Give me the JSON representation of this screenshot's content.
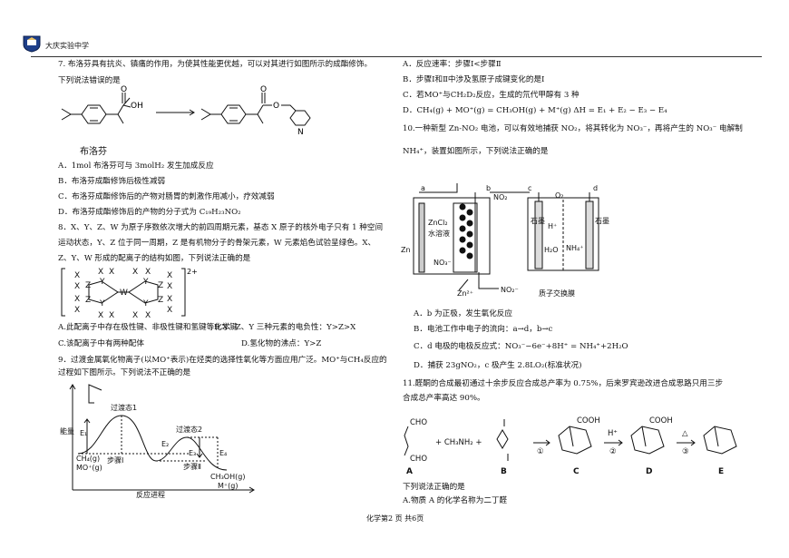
{
  "header": {
    "school": "大庆实验中学"
  },
  "footer": {
    "page": "化学第2 页 共6页"
  },
  "left": {
    "q7": {
      "stem1": "7. 布洛芬具有抗炎、镇痛的作用，为使其性能更优越，可以对其进行如图所示的成酯修饰。",
      "stem2": "下列说法错误的是",
      "mol_label": "布洛芬",
      "mol_text_oh": "OH",
      "mol_text_o": "O",
      "mol_text_n": "N",
      "A": "A．1mol 布洛芬可与 3molH₂ 发生加成反应",
      "B": "B．布洛芬成酯修饰后极性减弱",
      "C": "C．布洛芬成酯修饰后的产物对肠胃的刺激作用减小，疗效减弱",
      "D": "D．布洛芬成酯修饰后的产物的分子式为 C₁₉H₂₃NO₂"
    },
    "q8": {
      "stem1": "8．X、Y、Z、W 为原子序数依次增大的前四周期元素，基态 X 原子的核外电子只有 1 种空间",
      "stem2": "运动状态，Y、Z 位于同一周期，Z 是有机物分子的骨架元素，W 元素焰色试验呈绿色。X、",
      "stem3": "Z、Y、W 形成的配离子的结构如图，下列说法正确的是",
      "charge": "2+",
      "A": "A.此配离子中存在极性键、非极性键和氢键等化学键",
      "B": "B.X、Z、Y 三种元素的电负性：Y>Z>X",
      "C": "C.该配离子中有两种配体",
      "D": "D.氢化物的沸点：Y>Z"
    },
    "q9": {
      "stem1": "9．过渡金属氧化物离子(以MO⁺表示)在烃类的选择性氧化等方面应用广泛。MO⁺与CH₄反应的",
      "stem2": "过程如下图所示。下列说法不正确的是",
      "y_axis": "能量",
      "x_axis": "反应进程",
      "ts1": "过渡态1",
      "ts2": "过渡态2",
      "step1": "步骤Ⅰ",
      "step2": "步骤Ⅱ",
      "reactants1": "CH₄(g)",
      "reactants2": "MO⁺(g)",
      "products1": "CH₃OH(g)",
      "products2": "M⁺(g)",
      "e1": "E₁",
      "e2": "E₂",
      "e3": "E₃",
      "e4": "E₄"
    }
  },
  "right": {
    "q9opts": {
      "A": "A．反应速率：步骤Ⅰ<步骤Ⅱ",
      "B": "B．步骤Ⅰ和Ⅱ中涉及氢原子成键变化的是Ⅰ",
      "C": "C．若MO⁺与CH₂D₂反应，生成的氘代甲醇有 3 种",
      "D": "D．CH₄(g) + MO⁺(g) = CH₃OH(g) + M⁺(g)  ΔH = E₁ + E₂ − E₃ − E₄"
    },
    "q10": {
      "stem1": "10.一种新型 Zn-NO₂ 电池，可以有效地捕获 NO₂，将其转化为 NO₃⁻，再将产生的 NO₃⁻ 电解制",
      "stem2": "NH₄⁺，装置如图所示，下列说法正确的是",
      "labels": {
        "a": "a",
        "b": "b",
        "c": "c",
        "d": "d",
        "zn": "Zn",
        "zncl": "ZnCl₂",
        "water": "水溶液",
        "no2": "NO₂",
        "no3": "NO₃⁻",
        "zn2": "Zn²⁺",
        "no2m": "NO₂⁻",
        "o2": "O₂",
        "graphite": "石墨",
        "h": "H⁺",
        "nh4": "NH₄⁺",
        "h2o": "H₂O",
        "membrane": "质子交换膜"
      },
      "A": "A．b 为正极，发生氧化反应",
      "B": "B．电池工作中电子的流向：a→d，b→c",
      "C": "C．d 电极的电极反应式：NO₃⁻−6e⁻+8H⁺ = NH₄⁺+2H₂O",
      "D": "D．捕获 23gNO₂，c 极产生 2.8LO₂(标准状况)"
    },
    "q11": {
      "stem1": "11.醛酮的合成最初通过十余步反应合成总产率为 0.75%，后来罗宾逊改进合成思路只用三步",
      "stem2": "合成总产率高达 90%。",
      "cho": "CHO",
      "plus_amine": "+ CH₃NH₂ +",
      "cooh": "COOH",
      "cooh2": "COOH",
      "hplus": "H⁺",
      "triangle": "△",
      "step1": "①",
      "step2": "②",
      "step3": "③",
      "labels": [
        "A",
        "B",
        "C",
        "D",
        "E"
      ],
      "ask": "下列说法正确的是",
      "A": "A.物质 A 的化学名称为二丁醛"
    }
  }
}
